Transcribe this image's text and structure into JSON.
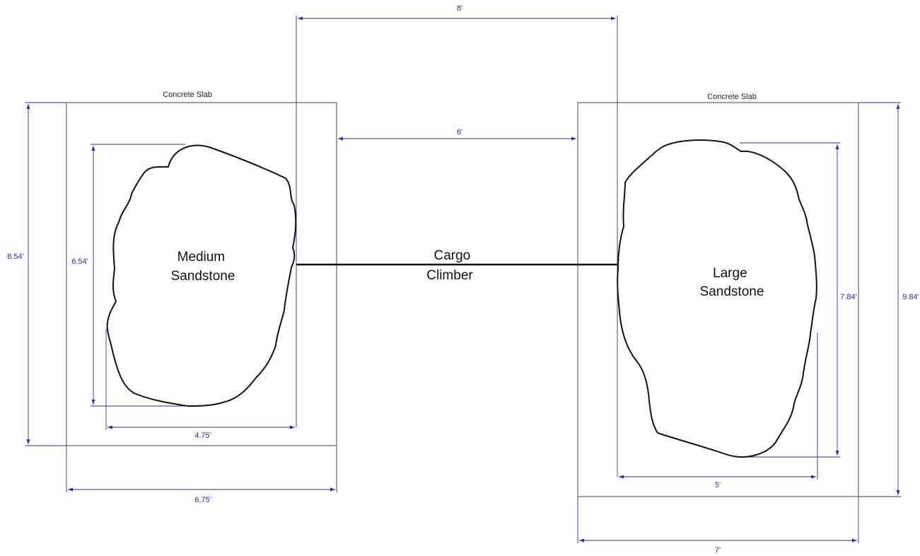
{
  "slabs": {
    "left_label": "Concrete Slab",
    "right_label": "Concrete Slab"
  },
  "stones": {
    "medium": [
      "Medium",
      "Sandstone"
    ],
    "large": [
      "Large",
      "Sandstone"
    ]
  },
  "cargo": {
    "label": [
      "Cargo",
      "Climber"
    ]
  },
  "dimensions": {
    "overall_span": "8'",
    "gap_between_slabs": "6'",
    "left_slab_height": "8.54'",
    "left_stone_height": "6.54'",
    "left_stone_width": "4.75'",
    "left_slab_width": "6.75'",
    "right_stone_height": "7.84'",
    "right_slab_height": "9.84'",
    "right_stone_width": "5'",
    "right_slab_width": "7'"
  },
  "colors": {
    "dimension": "#2b2b9a",
    "slab": "#8a8a8a",
    "outline": "#111111"
  }
}
